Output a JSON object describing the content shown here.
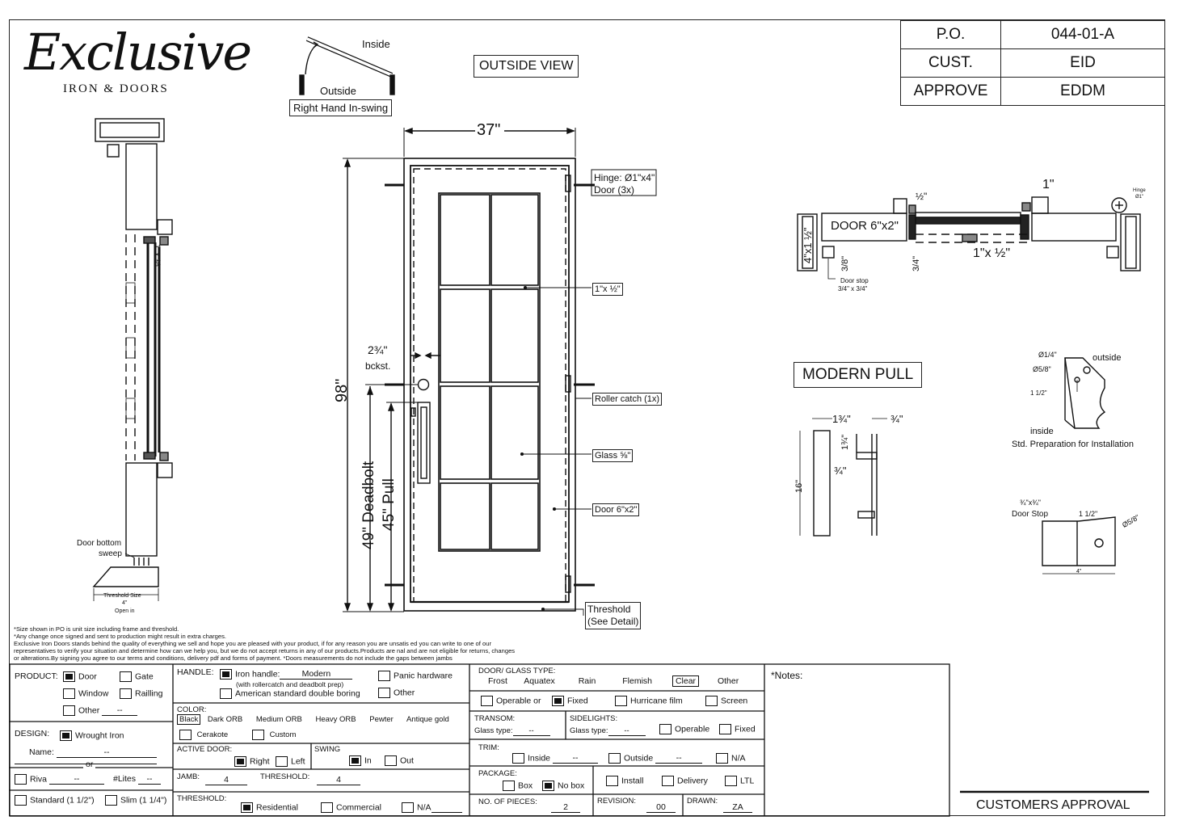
{
  "logo": {
    "script": "Exclusive",
    "sub": "IRON & DOORS"
  },
  "swing_diagram": {
    "inside": "Inside",
    "outside": "Outside",
    "label": "Right Hand In-swing"
  },
  "view_title": "OUTSIDE VIEW",
  "info": {
    "po_label": "P.O.",
    "po_value": "044-01-A",
    "cust_label": "CUST.",
    "cust_value": "EID",
    "approve_label": "APPROVE",
    "approve_value": "EDDM"
  },
  "dims": {
    "width": "37\"",
    "height": "98\"",
    "deadbolt": "49\" Deadbolt",
    "pull": "45\" Pull",
    "backset": "2¾\"",
    "backset_label": "bckst."
  },
  "callouts": {
    "hinge": "Hinge: Ø1\"x4\"",
    "hinge2": "Door (3x)",
    "bar": "1\"x ½\"",
    "roller": "Roller catch  (1x)",
    "glass": "Glass ⅝\"",
    "door": "Door 6\"x2\"",
    "threshold": "Threshold",
    "threshold2": "(See Detail)"
  },
  "side_section": {
    "bottom_sweep": "Door bottom",
    "bottom_sweep2": "sweep",
    "threshold_size": "Threshold Size",
    "threshold_in": "4\"",
    "threshold_open": "Open in",
    "glazing": "1\"x ½\""
  },
  "plan_section": {
    "door": "DOOR 6\"x2\"",
    "frame": "4\"x1 ½\"",
    "half_inch": "½\"",
    "one_inch": "1\"",
    "bar": "1\"x ½\"",
    "three_eighths": "3/8\"",
    "three_quarter": "3/4\"",
    "door_stop": "Door stop",
    "door_stop_size": "3/4\" x 3/4\"",
    "hinge": "Hinge",
    "hinge_size": "Ø1\""
  },
  "modern_pull": {
    "title": "MODERN PULL",
    "d1": "1¾\"",
    "d2": "¾\"",
    "d3": "1¾\"",
    "d4": "¾\"",
    "len": "16\""
  },
  "prep": {
    "d1": "Ø1/4\"",
    "outside": "outside",
    "d2": "Ø5/8\"",
    "d3": "1 1/2\"",
    "inside": "inside",
    "caption": "Std. Preparation for Installation"
  },
  "stop_detail": {
    "d1": "¾\"x¾\"",
    "label": "Door Stop",
    "d2": "1 1/2\"",
    "d3": "Ø5/8\"",
    "d4": "4\""
  },
  "disclaimer": [
    "*Size shown in PO is unit size including frame and threshold.",
    "*Any change once signed and sent to production might result in extra charges.",
    "Exclusive Iron Doors stands behind the quality of everything we sell and hope you are pleased with your product, if for any reason you are unsatis    ed you can write to one of our",
    "representatives to verify your situation and determine how can we help you, but we do not accept returns in any of our products.Products are    nal and are not eligible for returns, changes",
    "or alterations.By signing you agree to our terms and conditions, delivery pdf and forms of payment. *Doors measurements do not include the gaps between jambs"
  ],
  "form": {
    "product": {
      "label": "PRODUCT:",
      "door": "Door",
      "gate": "Gate",
      "window": "Window",
      "railing": "Railling",
      "other": "Other",
      "other_val": "--"
    },
    "design": {
      "label": "DESIGN:",
      "value": "Wrought Iron",
      "name_label": "Name:",
      "name_val": "--",
      "or": "or"
    },
    "riva": {
      "label": "Riva",
      "val": "--",
      "lites_label": "#Lites",
      "lites_val": "--"
    },
    "standard": {
      "std": "Standard (1 1/2\")",
      "slim": "Slim (1 1/4\")"
    },
    "handle": {
      "label": "HANDLE:",
      "iron": "Iron handle:",
      "iron_val": "Modern",
      "iron_note": "(with rollercatch and deadbolt prep)",
      "panic": "Panic hardware",
      "american": "American standard double boring",
      "other": "Other"
    },
    "color": {
      "label": "COLOR:",
      "options": [
        "Black",
        "Dark ORB",
        "Medium ORB",
        "Heavy ORB",
        "Pewter",
        "Antique gold"
      ],
      "cerakote": "Cerakote",
      "custom": "Custom"
    },
    "active": {
      "label": "ACTIVE DOOR:",
      "right": "Right",
      "left": "Left"
    },
    "swing": {
      "label": "SWING",
      "in": "In",
      "out": "Out"
    },
    "jamb": {
      "label": "JAMB:",
      "val": "4",
      "thr_label": "THRESHOLD:",
      "thr_val": "4"
    },
    "threshold": {
      "label": "THRESHOLD:",
      "res": "Residential",
      "com": "Commercial",
      "na": "N/A"
    },
    "glass_type": {
      "label": "DOOR/ GLASS TYPE:",
      "options": [
        "Frost",
        "Aquatex",
        "Rain",
        "Flemish",
        "Clear",
        "Other"
      ],
      "operable": "Operable  or",
      "fixed": "Fixed",
      "hurricane": "Hurricane film",
      "screen": "Screen"
    },
    "transom": {
      "label": "TRANSOM:",
      "glass": "Glass type:",
      "val": "--"
    },
    "sidelights": {
      "label": "SIDELIGHTS:",
      "glass": "Glass type:",
      "val": "--",
      "operable": "Operable",
      "fixed": "Fixed"
    },
    "trim": {
      "label": "TRIM:",
      "inside": "Inside",
      "inside_val": "--",
      "outside": "Outside",
      "outside_val": "--",
      "na": "N/A"
    },
    "package": {
      "label": "PACKAGE:",
      "box": "Box",
      "nobox": "No box",
      "install": "Install",
      "delivery": "Delivery",
      "ltl": "LTL"
    },
    "pieces": {
      "label": "NO. OF  PIECES:",
      "val": "2",
      "rev_label": "REVISION:",
      "rev_val": "00",
      "drawn_label": "DRAWN:",
      "drawn_val": "ZA"
    },
    "notes": "*Notes:",
    "approval": "CUSTOMERS APPROVAL"
  }
}
